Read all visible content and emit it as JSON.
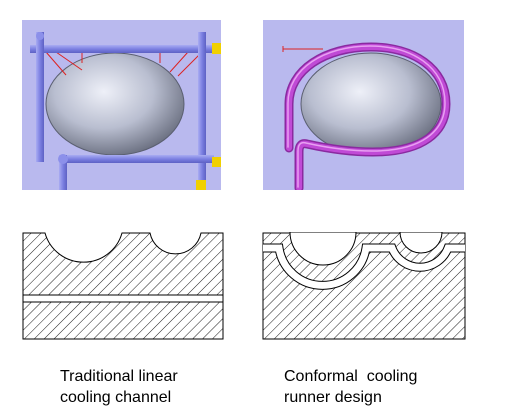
{
  "captions": {
    "traditional": [
      "Traditional linear",
      "cooling channel"
    ],
    "conformal": [
      "Conformal  cooling",
      "runner design"
    ]
  },
  "colors": {
    "panel_background": "#b9b9ee",
    "cavity_light": "#dfe3f2",
    "cavity_dark": "#6f7484",
    "straight_channel": "#8488e6",
    "conformal_channel": "#c04ad6",
    "port": "#f0d000",
    "drill_line": "#dd2222",
    "hatch": "#000000"
  }
}
